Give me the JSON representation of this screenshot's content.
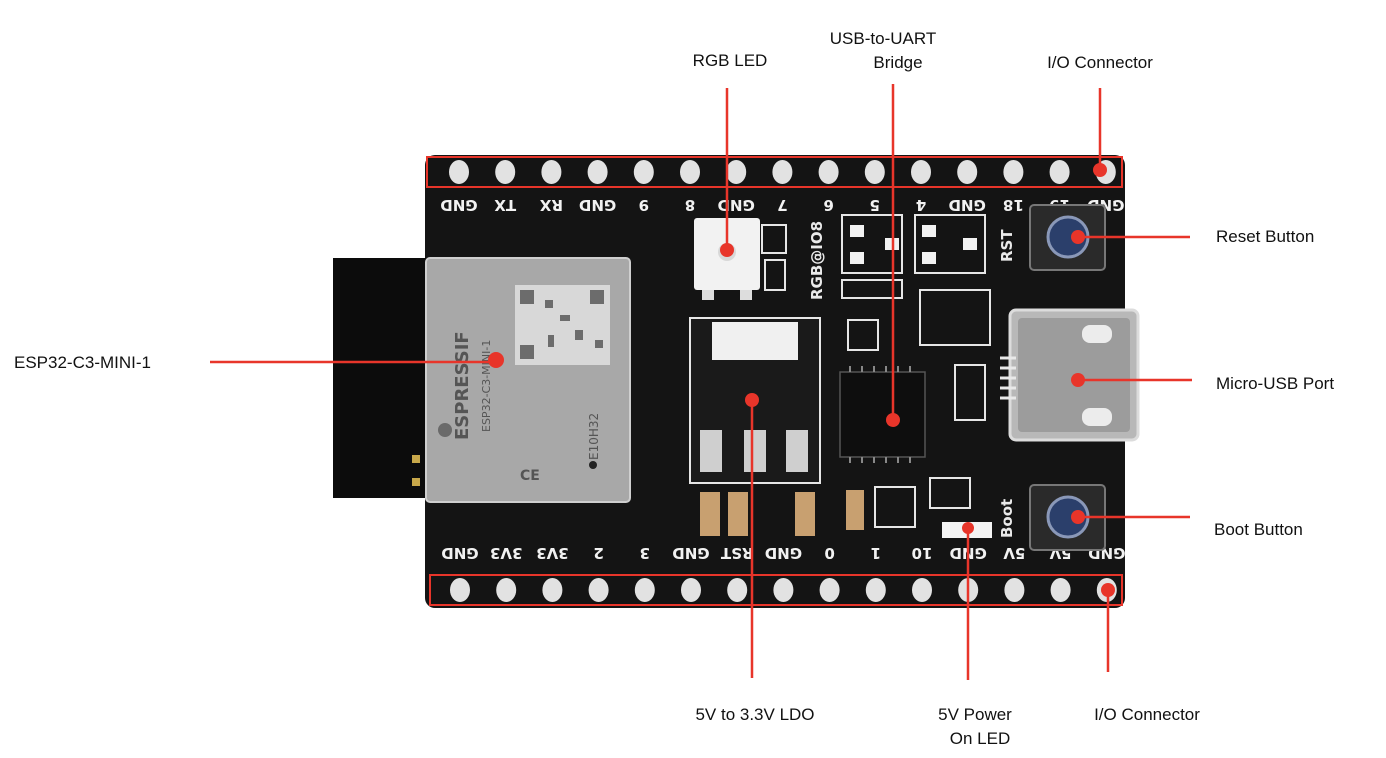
{
  "labels": {
    "rgb_led": "RGB LED",
    "usb_uart_line1": "USB-to-UART",
    "usb_uart_line2": "Bridge",
    "io_connector_top": "I/O Connector",
    "reset_button": "Reset Button",
    "esp32_module": "ESP32-C3-MINI-1",
    "micro_usb_port": "Micro-USB Port",
    "boot_button": "Boot Button",
    "ldo": "5V to 3.3V LDO",
    "power_led_line1": "5V Power",
    "power_led_line2": "On LED",
    "io_connector_bottom": "I/O Connector"
  },
  "top_pins": [
    "GND",
    "TX",
    "RX",
    "GND",
    "9",
    "8",
    "GND",
    "7",
    "6",
    "5",
    "4",
    "GND",
    "18",
    "19",
    "GND"
  ],
  "bottom_pins": [
    "GND",
    "3V3",
    "3V3",
    "2",
    "3",
    "GND",
    "RST",
    "GND",
    "0",
    "1",
    "10",
    "GND",
    "5V",
    "5V",
    "GND"
  ],
  "board_silk": {
    "rgb_gpio": "RGB@IO8",
    "rst": "RST",
    "boot": "Boot"
  },
  "module_text": {
    "brand": "ESPRESSIF",
    "model": "ESP32-C3-MINI-1",
    "variant": "E10H32"
  },
  "colors": {
    "callout": "#e8352a",
    "board": "#141414",
    "text": "#111111"
  }
}
